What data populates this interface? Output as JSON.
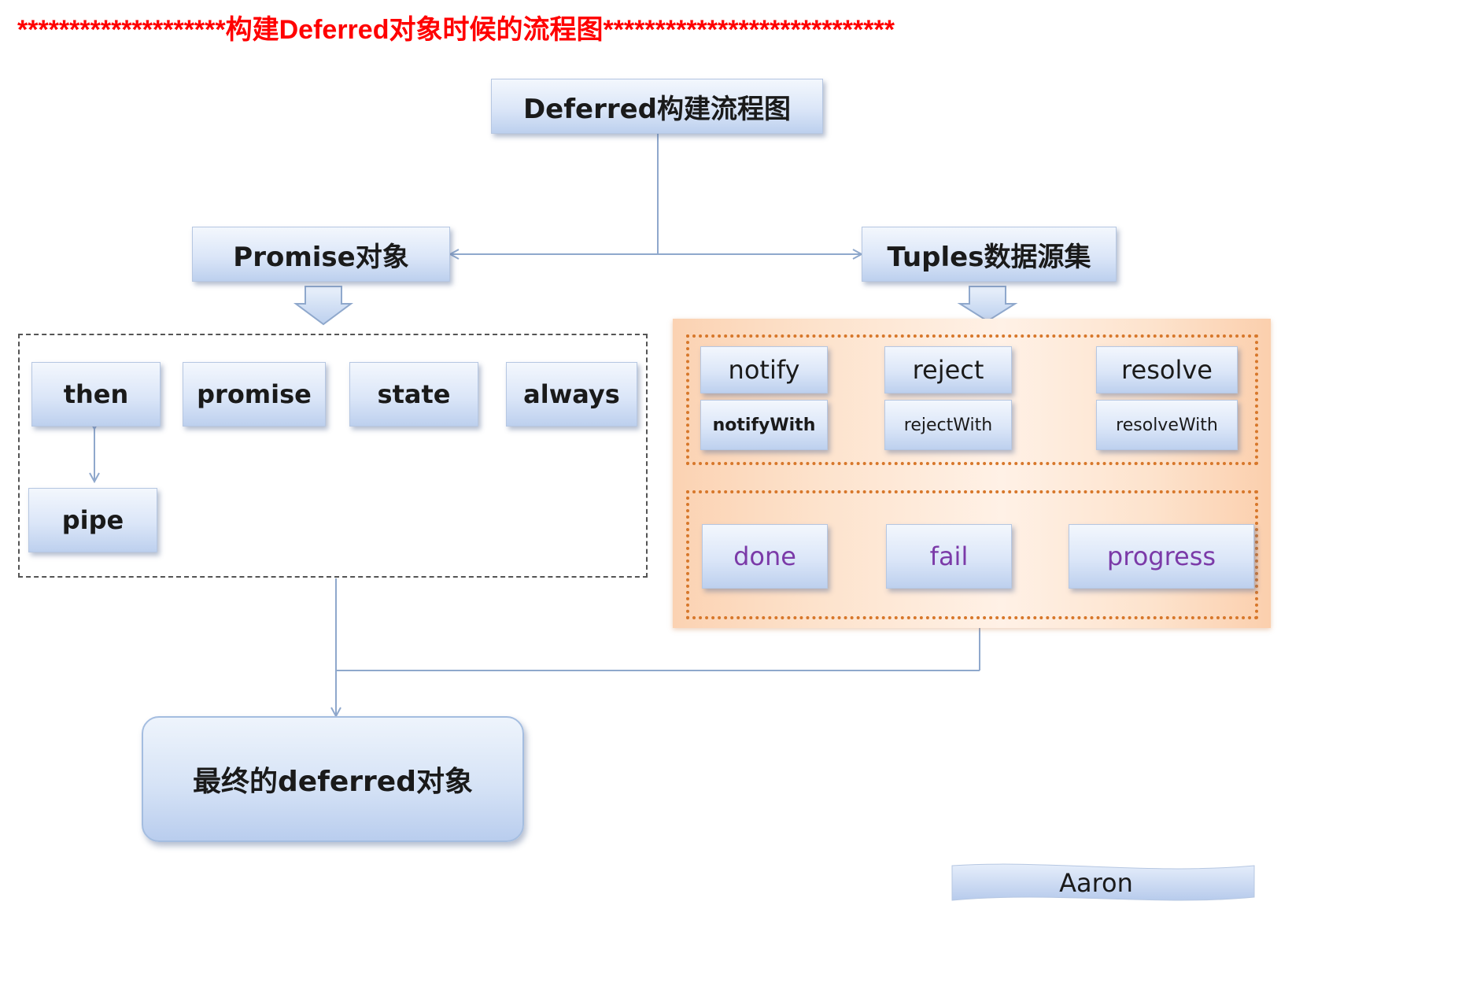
{
  "heading": "********************构建Deferred对象时候的流程图****************************",
  "root": "Deferred构建流程图",
  "promise_object": "Promise对象",
  "tuples_set": "Tuples数据源集",
  "promise_methods": {
    "then": "then",
    "promise": "promise",
    "state": "state",
    "always": "always",
    "pipe": "pipe"
  },
  "tuples_actions": {
    "notify": "notify",
    "notify_with": "notifyWith",
    "reject": "reject",
    "reject_with": "rejectWith",
    "resolve": "resolve",
    "resolve_with": "resolveWith"
  },
  "tuples_callbacks": {
    "done": "done",
    "fail": "fail",
    "progress": "progress"
  },
  "final_object": "最终的deferred对象",
  "author": "Aaron",
  "colors": {
    "heading": "#ff0000",
    "connector": "#8fa8cc",
    "box_fill": "#dbe6f8",
    "panel_orange": "#fbd2b2",
    "dotted_border": "#d7772a",
    "callback_text": "#7b3aa8"
  }
}
